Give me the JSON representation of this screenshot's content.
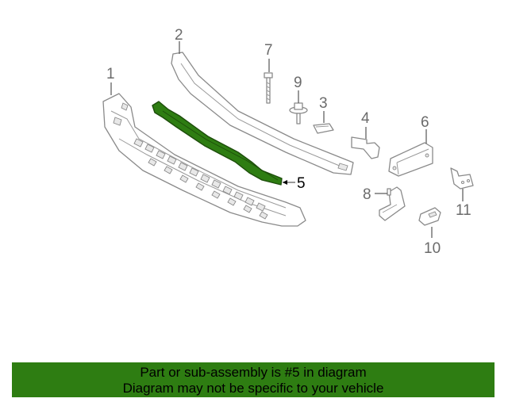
{
  "diagram": {
    "callouts": [
      "1",
      "2",
      "3",
      "4",
      "5",
      "6",
      "7",
      "8",
      "9",
      "10",
      "11"
    ],
    "highlighted_part": "5",
    "highlight_color": "#2e7d12"
  },
  "banner": {
    "line1": "Part or sub-assembly is #5 in diagram",
    "line2": "Diagram may not be specific to your vehicle",
    "background": "#2e7d12"
  }
}
